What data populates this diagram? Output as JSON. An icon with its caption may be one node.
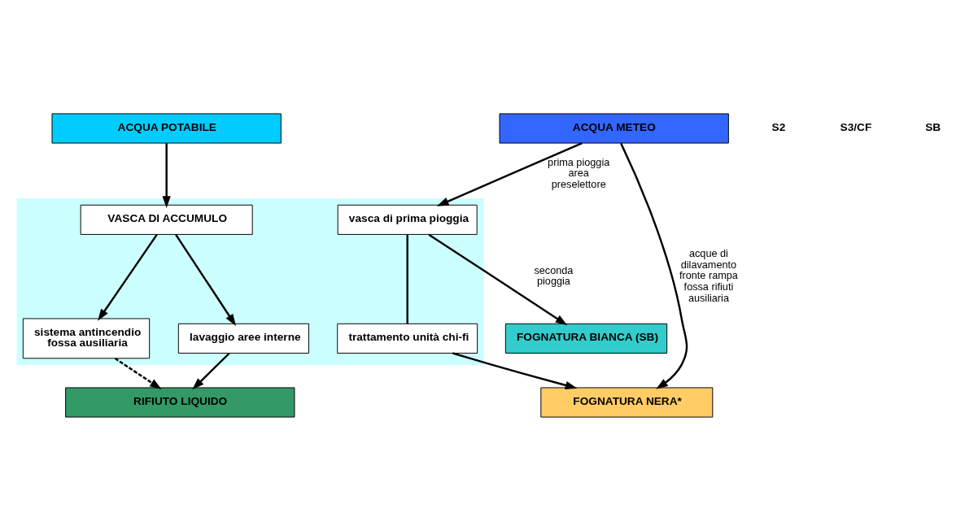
{
  "diagram": {
    "nodes": [
      {
        "text": [
          "ACQUA POTABILE"
        ]
      },
      {
        "text": [
          "ACQUA METEO"
        ]
      },
      {
        "text": [],
        "shape": "band"
      },
      {
        "text": [
          "VASCA DI ACCUMULO"
        ],
        "in": 2
      },
      {
        "text": [
          "sistema antincendio fossa ausiliaria"
        ],
        "in": 2
      },
      {
        "text": [
          "lavaggio aree interne"
        ],
        "in": 2
      },
      {
        "text": [
          "vasca di prima pioggia"
        ],
        "in": 2
      },
      {
        "text": [
          "trattamento unità chi-fi"
        ],
        "in": 2
      },
      {
        "text": [
          "RIFIUTO LIQUIDO"
        ]
      },
      {
        "text": [
          "FOGNATURA NERA*"
        ]
      },
      {
        "text": [
          "FOGNATURA BIANCA (SB)"
        ]
      }
    ],
    "edges": [
      {
        "from": 0,
        "to": 3,
        "arrow": "to"
      },
      {
        "from": 3,
        "to": 4,
        "arrow": "to"
      },
      {
        "from": 3,
        "to": 5,
        "arrow": "to"
      },
      {
        "from": 4,
        "to": 8,
        "arrow": "to",
        "style": "dashed"
      },
      {
        "from": 5,
        "to": 8,
        "arrow": "to"
      },
      {
        "from": 1,
        "to": 9,
        "arrow": "to",
        "label": "acque di dilavamento fronte rampa fossa rifiuti ausiliaria"
      },
      {
        "from": 1,
        "to": 6,
        "arrow": "to",
        "label": "prima pioggia area preselettore"
      },
      {
        "from": 6,
        "to": 7,
        "arrow": "none"
      },
      {
        "from": 7,
        "to": 9,
        "arrow": "to"
      },
      {
        "from": 6,
        "to": 10,
        "arrow": "to",
        "label": "seconda pioggia"
      }
    ],
    "labels": [
      "S2",
      "S3/CF",
      "SB"
    ]
  }
}
